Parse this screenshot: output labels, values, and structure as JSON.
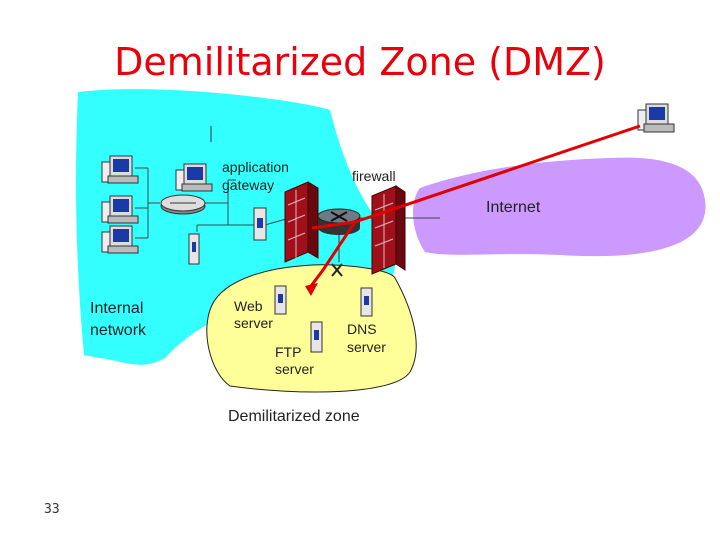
{
  "title": "Demilitarized Zone (DMZ)",
  "labels": {
    "application_gateway": [
      "application",
      "gateway"
    ],
    "firewall": "firewall",
    "internet": "Internet",
    "internal_network": [
      "Internal",
      "network"
    ],
    "web_server": [
      "Web",
      "server"
    ],
    "ftp_server": [
      "FTP",
      "server"
    ],
    "dns_server": [
      "DNS",
      "server"
    ],
    "dmz": "Demilitarized zone"
  },
  "slide_number": "33",
  "colors": {
    "internal_network": "#33ffff",
    "dmz": "#ffff99",
    "internet": "#cc99ff",
    "firewall": "#a0101a",
    "title": "#e8000b",
    "path": "#e00000"
  },
  "icons": [
    "workstation-icon",
    "hub-icon",
    "server-icon",
    "router-icon",
    "firewall-wall-icon"
  ]
}
